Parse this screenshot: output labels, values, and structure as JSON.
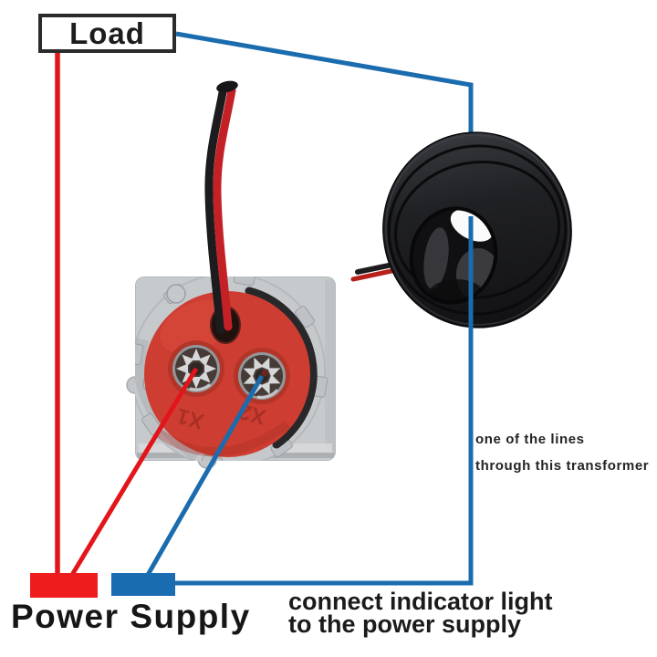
{
  "load_box": {
    "label": "Load"
  },
  "power_supply": {
    "label": "Power Supply"
  },
  "transformer_note": {
    "line1": "one of the lines",
    "line2": "through this transformer"
  },
  "connect_note": {
    "line1": "connect indicator light",
    "line2": "to the power supply"
  },
  "meter": {
    "terminal_marking_1": "X1",
    "terminal_marking_2": "X2"
  },
  "colors": {
    "annotation_red": "#e2151a",
    "annotation_blue": "#1b6cae",
    "supply_live_swatch": "#ee1c1d",
    "supply_neutral_swatch": "#1a6cb0",
    "meter_face_red": "#ce3d31",
    "meter_body_gray": "#c7cacd",
    "transformer_black": "#1a1a1d",
    "wire_red": "#c42127",
    "wire_black": "#1c1c1e",
    "text_color": "#1d1d1d"
  }
}
